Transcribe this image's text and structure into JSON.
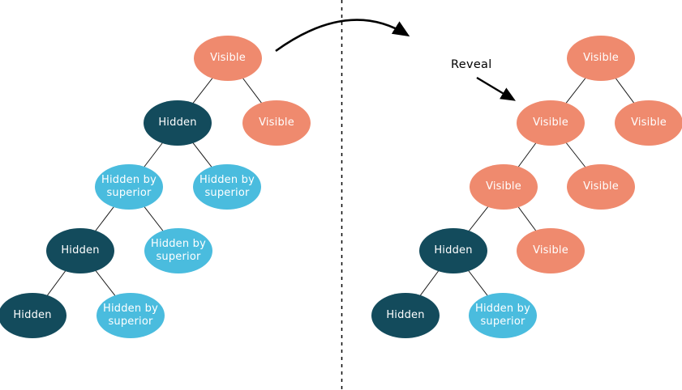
{
  "annotations": {
    "reveal_label": "Reveal"
  },
  "colors": {
    "visible": "#EF8A6E",
    "hidden": "#134B5C",
    "hidden_by_superior": "#4ABCDE",
    "node_text": "#FFFFFF",
    "line": "#000000"
  },
  "node_states": {
    "visible": "Visible",
    "hidden": "Hidden",
    "hidden_by_superior": "Hidden by superior"
  },
  "left_tree": {
    "title": "before-reveal-tree",
    "nodes": [
      {
        "label": "Visible",
        "state": "visible"
      },
      {
        "label": "Hidden",
        "state": "hidden"
      },
      {
        "label": "Visible",
        "state": "visible"
      },
      {
        "label": "Hidden by superior",
        "state": "hidden_by_superior"
      },
      {
        "label": "Hidden by superior",
        "state": "hidden_by_superior"
      },
      {
        "label": "Hidden",
        "state": "hidden"
      },
      {
        "label": "Hidden by superior",
        "state": "hidden_by_superior"
      },
      {
        "label": "Hidden",
        "state": "hidden"
      },
      {
        "label": "Hidden by superior",
        "state": "hidden_by_superior"
      }
    ]
  },
  "right_tree": {
    "title": "after-reveal-tree",
    "nodes": [
      {
        "label": "Visible",
        "state": "visible"
      },
      {
        "label": "Visible",
        "state": "visible"
      },
      {
        "label": "Visible",
        "state": "visible"
      },
      {
        "label": "Visible",
        "state": "visible"
      },
      {
        "label": "Visible",
        "state": "visible"
      },
      {
        "label": "Hidden",
        "state": "hidden"
      },
      {
        "label": "Visible",
        "state": "visible"
      },
      {
        "label": "Hidden",
        "state": "hidden"
      },
      {
        "label": "Hidden by superior",
        "state": "hidden_by_superior"
      }
    ]
  }
}
